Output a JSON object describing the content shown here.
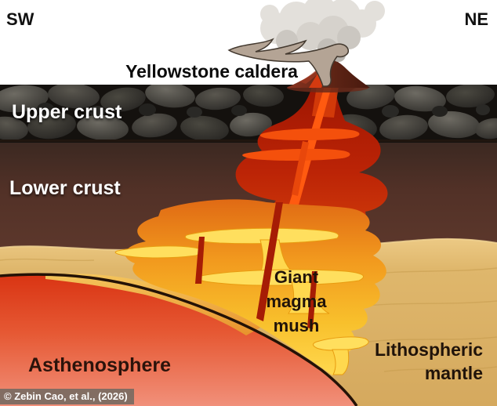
{
  "compass": {
    "left": "SW",
    "right": "NE"
  },
  "labels": {
    "caldera": "Yellowstone caldera",
    "upper_crust": "Upper crust",
    "lower_crust": "Lower crust",
    "magma": {
      "line1": "Giant",
      "line2": "magma",
      "line3": "mush"
    },
    "asthenosphere": "Asthenosphere",
    "mantle": {
      "line1": "Lithospheric",
      "line2": "mantle"
    }
  },
  "credit": "© Zebin Cao, et al., (2026)",
  "colors": {
    "sky": "#ffffff",
    "upper_crust_rock": "#45433e",
    "lower_crust": "#57342a",
    "lithospheric_mantle": "#ddb469",
    "asthenosphere_top": "#d93413",
    "asthenosphere_bottom": "#f1907a",
    "magma_body_dark": "#b01c03",
    "magma_dike_hot": "#ff5a10",
    "magma_mush": "#f5a71f",
    "magma_mush_bright": "#ffd84e",
    "boundary_line": "#241206",
    "smoke": "#e3e0db",
    "ash_cloud": "#b4a495"
  }
}
